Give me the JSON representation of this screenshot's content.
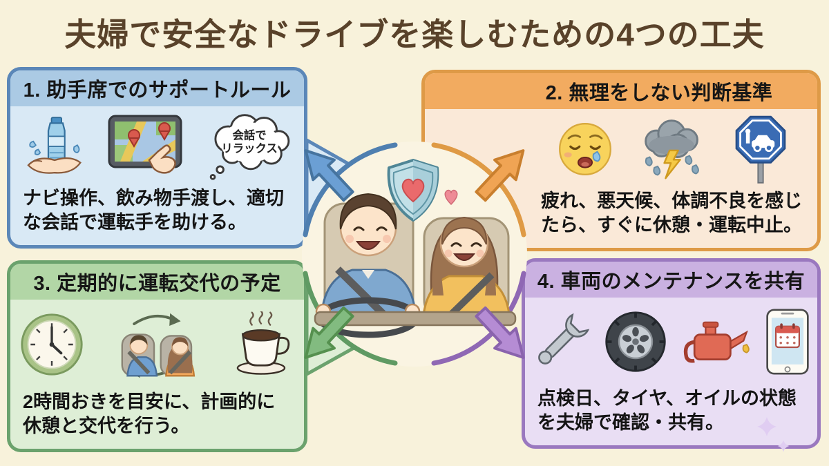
{
  "title": "夫婦で安全なドライブを楽しむための4つの工夫",
  "center": {
    "description": "シートベルトをした夫婦が車に乗るイラスト",
    "icons": [
      "shield-heart-icon",
      "heart-icon"
    ],
    "quadrant_colors": {
      "top_left": "#4f7fb0",
      "top_right": "#df9a45",
      "bottom_left": "#5f9a63",
      "bottom_right": "#8f68b4"
    }
  },
  "cards": [
    {
      "label": "1. 助手席でのサポートルール",
      "body": "ナビ操作、飲み物手渡し、適切な会話で運転手を助ける。",
      "accent": "#5b87b8",
      "header_bg": "#abcae4",
      "body_bg": "#d9e9f5",
      "icons": [
        "hand-bottle-icon",
        "nav-tablet-icon",
        "thought-bubble-icon"
      ],
      "bubble_line1": "会話で",
      "bubble_line2": "リラックス"
    },
    {
      "label": "2. 無理をしない判断基準",
      "body": "疲れ、悪天候、体調不良を感じたら、すぐに休憩・運転中止。",
      "accent": "#de9a47",
      "header_bg": "#f2ab60",
      "body_bg": "#fae9d8",
      "icons": [
        "weary-face-icon",
        "storm-cloud-icon",
        "car-sign-icon"
      ]
    },
    {
      "label": "3. 定期的に運転交代の予定",
      "body": "2時間おきを目安に、計画的に休憩と交代を行う。",
      "accent": "#6ba26d",
      "header_bg": "#b2d6a6",
      "body_bg": "#deeed6",
      "icons": [
        "clock-icon",
        "driver-swap-icon",
        "coffee-icon"
      ]
    },
    {
      "label": "4. 車両のメンテナンスを共有",
      "body": "点検日、タイヤ、オイルの状態を夫婦で確認・共有。",
      "accent": "#9a78bf",
      "header_bg": "#cab1e1",
      "body_bg": "#e9def4",
      "icons": [
        "wrench-icon",
        "tire-icon",
        "oil-can-icon",
        "phone-calendar-icon"
      ]
    }
  ]
}
